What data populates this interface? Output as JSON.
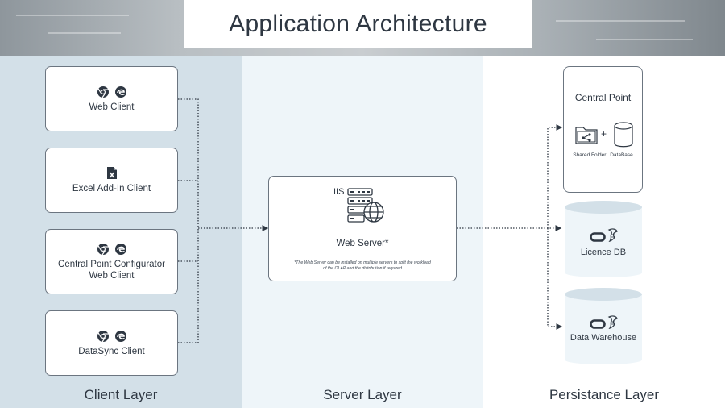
{
  "title": "Application Architecture",
  "layers": {
    "client": "Client Layer",
    "server": "Server Layer",
    "persistence": "Persistance Layer"
  },
  "clients": [
    {
      "label": "Web Client",
      "icons": [
        "chrome-icon",
        "edge-icon"
      ]
    },
    {
      "label": "Excel Add-In Client",
      "icons": [
        "excel-icon"
      ]
    },
    {
      "label_line1": "Central Point Configurator",
      "label_line2": "Web Client",
      "icons": [
        "chrome-icon",
        "edge-icon"
      ]
    },
    {
      "label": "DataSync Client",
      "icons": [
        "chrome-icon",
        "edge-icon"
      ]
    }
  ],
  "server": {
    "iis_label": "IIS",
    "name": "Web Server*",
    "footnote_line1": "*The Web Server can be installed on multiple servers to split the workload",
    "footnote_line2": "of the OLAP and the distribution if required"
  },
  "persistence": {
    "central_point": {
      "title": "Central Point",
      "plus": "+",
      "shared_folder": "Shared Folder",
      "database": "DataBase"
    },
    "licence_db": "Licence DB",
    "data_warehouse": "Data Warehouse"
  },
  "colors": {
    "client_bg": "#d3e0e8",
    "server_bg": "#eef5f9",
    "persistence_bg": "#ffffff",
    "text": "#2e3742"
  }
}
